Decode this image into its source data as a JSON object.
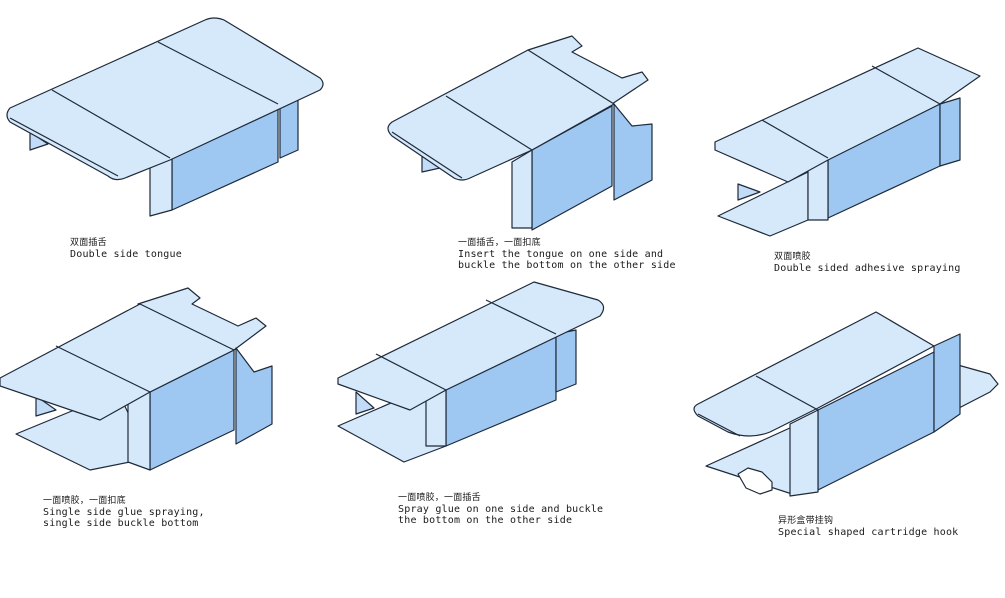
{
  "colors": {
    "face_light": "#d6e9fb",
    "face_mid": "#c2dcf7",
    "face_dark": "#9ec8f2",
    "outline": "#1e2a3a",
    "background": "#ffffff"
  },
  "boxes": [
    {
      "zh": "双面插舌",
      "en": [
        "Double side tongue"
      ]
    },
    {
      "zh": "一面插舌，一面扣底",
      "en": [
        "Insert the tongue on one side and",
        "buckle the bottom on the other side"
      ]
    },
    {
      "zh": "双面喷胶",
      "en": [
        "Double sided adhesive spraying"
      ]
    },
    {
      "zh": "一面喷胶，一面扣底",
      "en": [
        "Single side glue spraying,",
        "single side buckle bottom"
      ]
    },
    {
      "zh": "一面喷胶，一面插舌",
      "en": [
        "Spray glue on one side and buckle",
        "the bottom on the other side"
      ]
    },
    {
      "zh": "异形盒带挂钩",
      "en": [
        "Special shaped cartridge hook"
      ]
    }
  ]
}
